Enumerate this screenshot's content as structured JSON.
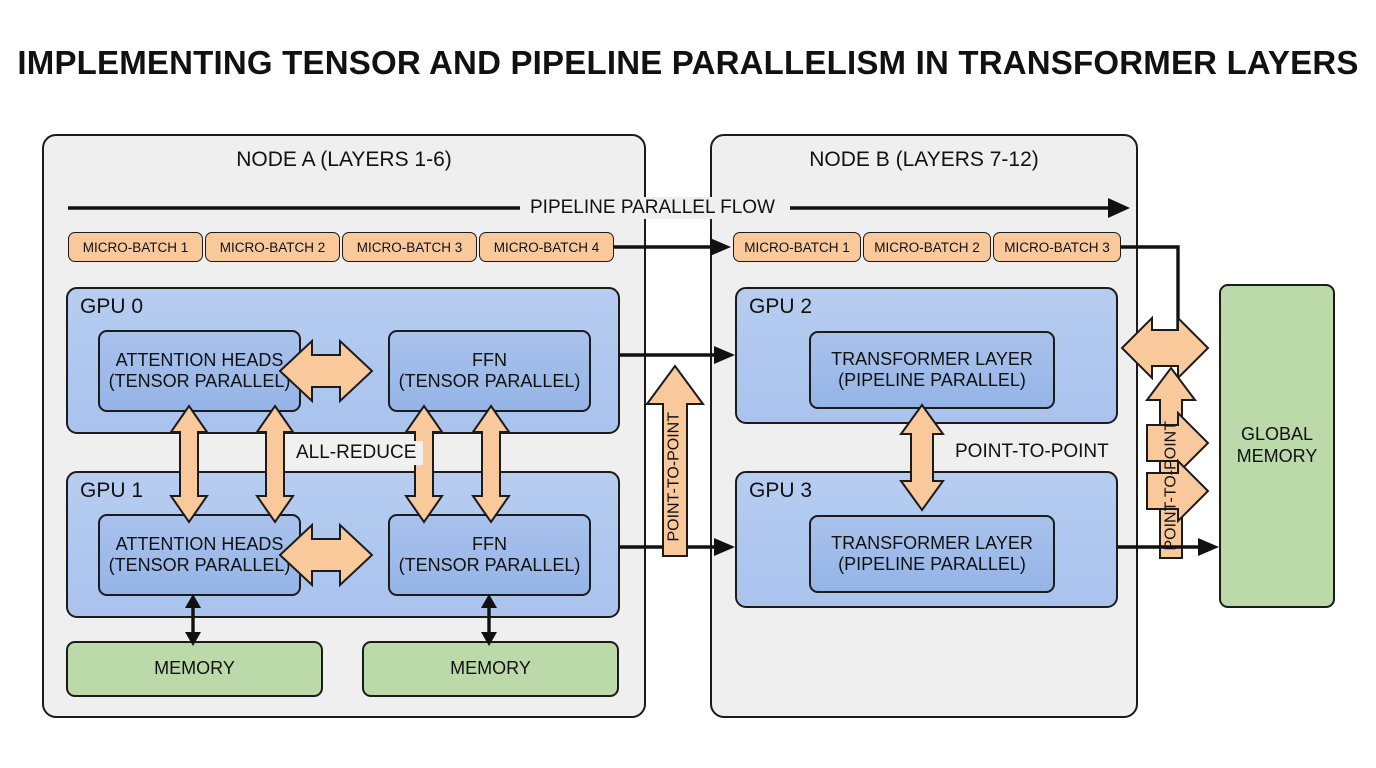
{
  "title": "IMPLEMENTING TENSOR AND PIPELINE PARALLELISM IN TRANSFORMER LAYERS",
  "colors": {
    "background": "#ffffff",
    "node_fill": "#efefef",
    "gpu_fill": "#b0c8ef",
    "unit_fill": "#9cbae8",
    "memory_fill": "#bcd9aa",
    "microbatch_fill": "#f9c99c",
    "arrow_orange": "#f9c99c",
    "stroke": "#1b1b1b",
    "text": "#111111"
  },
  "labels": {
    "pipeline_flow": "PIPELINE PARALLEL FLOW",
    "all_reduce": "ALL-REDUCE",
    "point_to_point": "POINT-TO-POINT"
  },
  "nodes": [
    {
      "id": "node-a",
      "title": "NODE A (LAYERS 1-6)",
      "microbatches": [
        "MICRO-BATCH 1",
        "MICRO-BATCH 2",
        "MICRO-BATCH 3",
        "MICRO-BATCH 4"
      ],
      "gpus": [
        {
          "id": "gpu-0",
          "label": "GPU 0",
          "units": [
            {
              "line1": "ATTENTION HEADS",
              "line2": "(TENSOR PARALLEL)"
            },
            {
              "line1": "FFN",
              "line2": "(TENSOR PARALLEL)"
            }
          ]
        },
        {
          "id": "gpu-1",
          "label": "GPU 1",
          "units": [
            {
              "line1": "ATTENTION HEADS",
              "line2": "(TENSOR PARALLEL)"
            },
            {
              "line1": "FFN",
              "line2": "(TENSOR PARALLEL)"
            }
          ]
        }
      ],
      "memories": [
        "MEMORY",
        "MEMORY"
      ]
    },
    {
      "id": "node-b",
      "title": "NODE B (LAYERS 7-12)",
      "microbatches": [
        "MICRO-BATCH 1",
        "MICRO-BATCH 2",
        "MICRO-BATCH 3"
      ],
      "gpus": [
        {
          "id": "gpu-2",
          "label": "GPU 2",
          "units": [
            {
              "line1": "TRANSFORMER LAYER",
              "line2": "(PIPELINE PARALLEL)"
            }
          ]
        },
        {
          "id": "gpu-3",
          "label": "GPU 3",
          "units": [
            {
              "line1": "TRANSFORMER LAYER",
              "line2": "(PIPELINE PARALLEL)"
            }
          ]
        }
      ]
    }
  ],
  "global_memory": {
    "line1": "GLOBAL",
    "line2": "MEMORY"
  }
}
